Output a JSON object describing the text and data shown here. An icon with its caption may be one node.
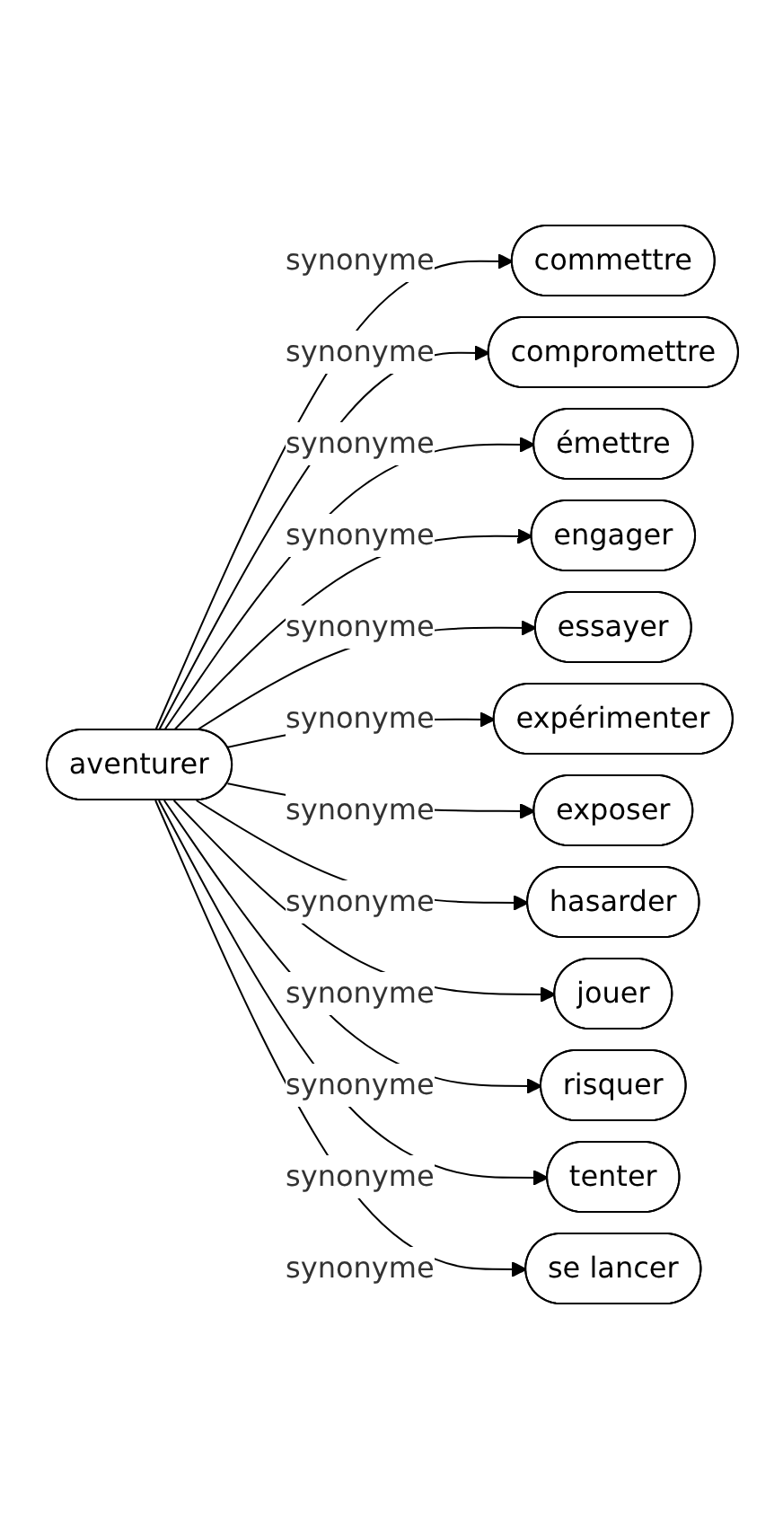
{
  "diagram": {
    "nodes": [
      {
        "text": [
          "aventurer"
        ]
      },
      {
        "text": [
          "commettre"
        ]
      },
      {
        "text": [
          "compromettre"
        ]
      },
      {
        "text": [
          "émettre"
        ]
      },
      {
        "text": [
          "engager"
        ]
      },
      {
        "text": [
          "essayer"
        ]
      },
      {
        "text": [
          "expérimenter"
        ]
      },
      {
        "text": [
          "exposer"
        ]
      },
      {
        "text": [
          "hasarder"
        ]
      },
      {
        "text": [
          "jouer"
        ]
      },
      {
        "text": [
          "risquer"
        ]
      },
      {
        "text": [
          "tenter"
        ]
      },
      {
        "text": [
          "se lancer"
        ]
      }
    ],
    "edges": [
      {
        "from": 0,
        "to": 1,
        "arrow": "to",
        "label": "synonyme"
      },
      {
        "from": 0,
        "to": 2,
        "arrow": "to",
        "label": "synonyme"
      },
      {
        "from": 0,
        "to": 3,
        "arrow": "to",
        "label": "synonyme"
      },
      {
        "from": 0,
        "to": 4,
        "arrow": "to",
        "label": "synonyme"
      },
      {
        "from": 0,
        "to": 5,
        "arrow": "to",
        "label": "synonyme"
      },
      {
        "from": 0,
        "to": 6,
        "arrow": "to",
        "label": "synonyme"
      },
      {
        "from": 0,
        "to": 7,
        "arrow": "to",
        "label": "synonyme"
      },
      {
        "from": 0,
        "to": 8,
        "arrow": "to",
        "label": "synonyme"
      },
      {
        "from": 0,
        "to": 9,
        "arrow": "to",
        "label": "synonyme"
      },
      {
        "from": 0,
        "to": 10,
        "arrow": "to",
        "label": "synonyme"
      },
      {
        "from": 0,
        "to": 11,
        "arrow": "to",
        "label": "synonyme"
      },
      {
        "from": 0,
        "to": 12,
        "arrow": "to",
        "label": "synonyme"
      }
    ]
  }
}
